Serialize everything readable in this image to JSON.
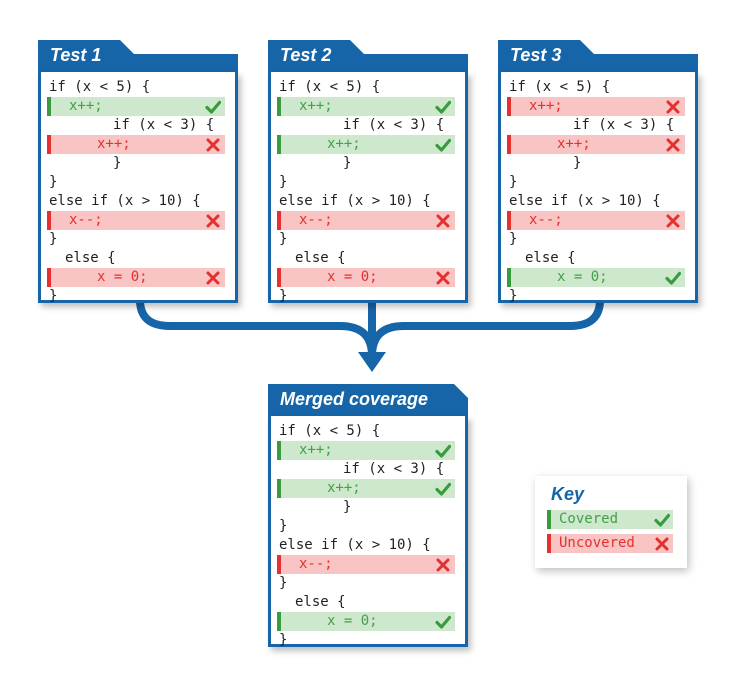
{
  "colors": {
    "accent": "#1565a8",
    "covered_bg": "#cde8cc",
    "covered_text": "#43a047",
    "covered_edge": "#3a9a3e",
    "uncovered_bg": "#f8c4c4",
    "uncovered_text": "#e53030"
  },
  "panels": [
    {
      "title": "Test 1",
      "lines": [
        {
          "text": "if (x < 5) {",
          "status": "none"
        },
        {
          "text": "x++;",
          "status": "covered"
        },
        {
          "text": "if (x < 3) {",
          "status": "none"
        },
        {
          "text": "x++;",
          "status": "uncovered"
        },
        {
          "text": "}",
          "status": "none"
        },
        {
          "text": "}",
          "status": "none"
        },
        {
          "text": "else if (x > 10) {",
          "status": "none"
        },
        {
          "text": "x--;",
          "status": "uncovered"
        },
        {
          "text": "}",
          "status": "none"
        },
        {
          "text": "else {",
          "status": "none"
        },
        {
          "text": "x = 0;",
          "status": "uncovered"
        },
        {
          "text": "}",
          "status": "none"
        }
      ]
    },
    {
      "title": "Test 2",
      "lines": [
        {
          "text": "if (x < 5) {",
          "status": "none"
        },
        {
          "text": "x++;",
          "status": "covered"
        },
        {
          "text": "if (x < 3) {",
          "status": "none"
        },
        {
          "text": "x++;",
          "status": "covered"
        },
        {
          "text": "}",
          "status": "none"
        },
        {
          "text": "}",
          "status": "none"
        },
        {
          "text": "else if (x > 10) {",
          "status": "none"
        },
        {
          "text": "x--;",
          "status": "uncovered"
        },
        {
          "text": "}",
          "status": "none"
        },
        {
          "text": "else {",
          "status": "none"
        },
        {
          "text": "x = 0;",
          "status": "uncovered"
        },
        {
          "text": "}",
          "status": "none"
        }
      ]
    },
    {
      "title": "Test 3",
      "lines": [
        {
          "text": "if (x < 5) {",
          "status": "none"
        },
        {
          "text": "x++;",
          "status": "uncovered"
        },
        {
          "text": "if (x < 3) {",
          "status": "none"
        },
        {
          "text": "x++;",
          "status": "uncovered"
        },
        {
          "text": "}",
          "status": "none"
        },
        {
          "text": "}",
          "status": "none"
        },
        {
          "text": "else if (x > 10) {",
          "status": "none"
        },
        {
          "text": "x--;",
          "status": "uncovered"
        },
        {
          "text": "}",
          "status": "none"
        },
        {
          "text": "else {",
          "status": "none"
        },
        {
          "text": "x = 0;",
          "status": "covered"
        },
        {
          "text": "}",
          "status": "none"
        }
      ]
    },
    {
      "title": "Merged coverage",
      "lines": [
        {
          "text": "if (x < 5) {",
          "status": "none"
        },
        {
          "text": "x++;",
          "status": "covered"
        },
        {
          "text": "if (x < 3) {",
          "status": "none"
        },
        {
          "text": "x++;",
          "status": "covered"
        },
        {
          "text": "}",
          "status": "none"
        },
        {
          "text": "}",
          "status": "none"
        },
        {
          "text": "else if (x > 10) {",
          "status": "none"
        },
        {
          "text": "x--;",
          "status": "uncovered"
        },
        {
          "text": "}",
          "status": "none"
        },
        {
          "text": "else {",
          "status": "none"
        },
        {
          "text": "x = 0;",
          "status": "covered"
        },
        {
          "text": "}",
          "status": "none"
        }
      ]
    }
  ],
  "key": {
    "title": "Key",
    "items": [
      {
        "label": "Covered",
        "status": "covered"
      },
      {
        "label": "Uncovered",
        "status": "uncovered"
      }
    ]
  }
}
